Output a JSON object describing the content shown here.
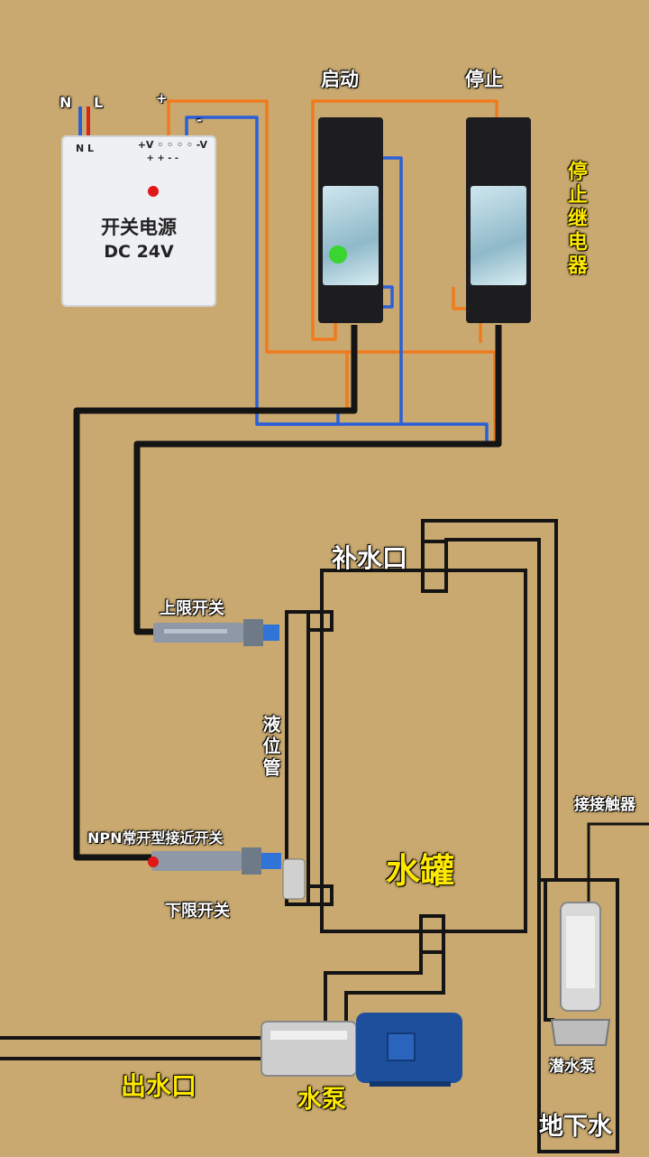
{
  "labels": {
    "n": "N",
    "l": "L",
    "plus": "+",
    "minus": "-",
    "start": "启动",
    "stop": "停止",
    "stop_relay": "停止继电器",
    "refill_port": "补水口",
    "upper_switch": "上限开关",
    "level_tube": "液位管",
    "npn_switch": "NPN常开型接近开关",
    "tank": "水罐",
    "lower_switch": "下限开关",
    "contactor": "接接触器",
    "outlet": "出水口",
    "pump": "水泵",
    "submersible_pump": "潜水泵",
    "groundwater": "地下水"
  },
  "power_supply": {
    "name": "开关电源",
    "voltage": "DC 24V",
    "terminal_left": "N L",
    "terminal_right": "+V ◦ ◦ ◦ ◦ -V",
    "terminal_right_sub": "+ + - -"
  },
  "colors": {
    "background": "#c9a96f",
    "wire_orange": "#f07b1e",
    "wire_blue": "#2b5fd9",
    "wire_black": "#141414",
    "wire_red": "#d8241c",
    "indicator_green": "#39d531",
    "indicator_red": "#e01818"
  },
  "icons": [
    "power-supply-icon",
    "relay-icon",
    "proximity-sensor-icon",
    "pump-motor-icon",
    "submersible-pump-icon"
  ]
}
